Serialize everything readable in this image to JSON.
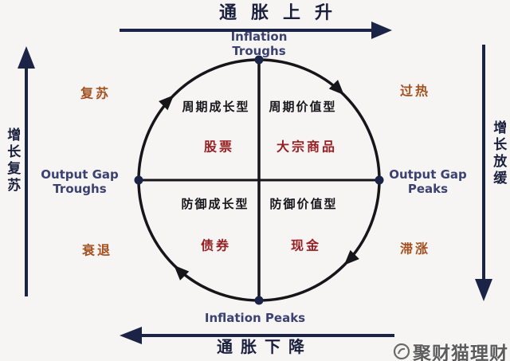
{
  "diagram": {
    "type": "investment-clock",
    "cycle_direction": "clockwise"
  },
  "axes": {
    "top": {
      "arrow_label": "通胀上升",
      "label": "Inflation Troughs"
    },
    "bottom": {
      "arrow_label": "通胀下降",
      "label": "Inflation Peaks"
    },
    "left": {
      "arrow_label": "增长复苏",
      "label": "Output Gap Troughs"
    },
    "right": {
      "arrow_label": "增长放缓",
      "label": "Output Gap Peaks"
    }
  },
  "quadrants": {
    "top_left": {
      "style": "周期成长型",
      "asset": "股票",
      "phase": "复苏"
    },
    "top_right": {
      "style": "周期价值型",
      "asset": "大宗商品",
      "phase": "过热"
    },
    "bottom_left": {
      "style": "防御成长型",
      "asset": "债券",
      "phase": "衰退"
    },
    "bottom_right": {
      "style": "防御价值型",
      "asset": "现金",
      "phase": "滞涨"
    }
  },
  "watermark": {
    "brand": "聚财猫理财"
  },
  "colors": {
    "arrow_navy": "#1b2447",
    "ink_black": "#15151a",
    "asset_red": "#961f23",
    "phase_orange": "#a3501e",
    "axis_label_navy": "#3b4170",
    "watermark_gray": "#5c5c5c"
  }
}
